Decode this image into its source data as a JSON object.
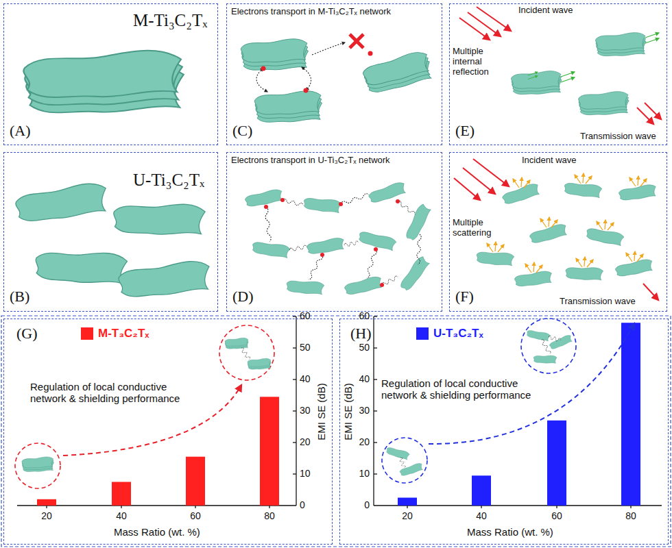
{
  "diagram": {
    "nodes": [
      {
        "text": [
          "M-Ti₃C₂Tₓ",
          "(A)"
        ]
      },
      {
        "text": [
          "Electrons transport in M-Ti₃C₂Tₓ network",
          "(C)"
        ]
      },
      {
        "text": [
          "Incident wave",
          "Multiple internal reflection",
          "Transmission wave",
          "(E)"
        ]
      },
      {
        "text": [
          "U-Ti₃C₂Tₓ",
          "(B)"
        ]
      },
      {
        "text": [
          "Electrons transport in U-Ti₃C₂Tₓ network",
          "(D)"
        ]
      },
      {
        "text": [
          "Incident wave",
          "Multiple scattering",
          "Transmission wave",
          "(F)"
        ]
      },
      {
        "text": [
          "(G)",
          "Regulation of local conductive network & shielding performance",
          "Mass Ratio (wt. %)",
          "EMI SE (dB)"
        ]
      },
      {
        "text": [
          "(H)",
          "Regulation of local conductive network & shielding performance",
          "Mass Ratio (wt. %)",
          "EMI SE (dB)"
        ]
      }
    ],
    "labels": [
      "20",
      "40",
      "60",
      "80",
      "0",
      "10",
      "20",
      "30",
      "40",
      "50",
      "60",
      "20",
      "40",
      "60",
      "80",
      "0",
      "10",
      "20",
      "30",
      "40",
      "50",
      "60"
    ],
    "legend": [
      {
        "text": "M-T₃C₂Tₓ",
        "color": "#ff2020"
      },
      {
        "text": "U-T₃C₂Tₓ",
        "color": "#2020ff"
      }
    ]
  }
}
